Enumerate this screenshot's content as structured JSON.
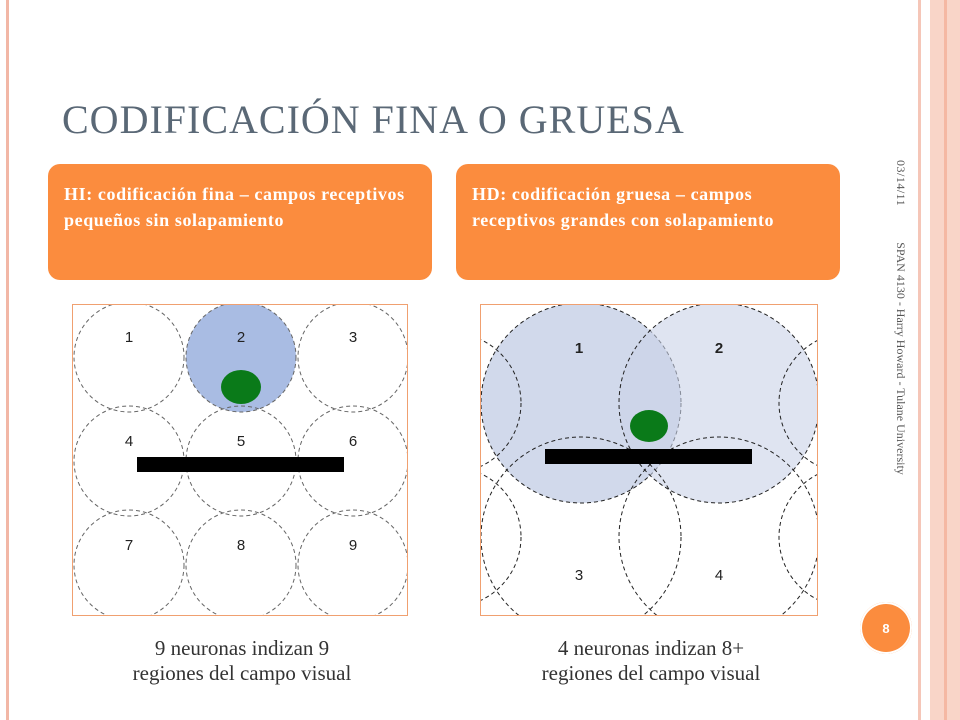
{
  "slide": {
    "title": "CODIFICACIÓN FINA O GRUESA",
    "date": "03/14/11",
    "credit": "SPAN 4130 - Harry Howard - Tulane University",
    "page_number": "8",
    "colors": {
      "accent": "#fb8c3e",
      "title": "#5a6876",
      "highlight": "#a9bce3",
      "overlap_fill": "#c9d2e8",
      "stimulus_dot": "#0a7a19",
      "bar": "#000000"
    }
  },
  "left": {
    "box_text": "HI: codificación fina – campos receptivos pequeños sin solapamiento",
    "labels": [
      "1",
      "2",
      "3",
      "4",
      "5",
      "6",
      "7",
      "8",
      "9"
    ],
    "highlighted_field": "2",
    "caption_line1": "9 neuronas indizan 9",
    "caption_line2": "regiones del campo visual"
  },
  "right": {
    "box_text": "HD: codificación gruesa – campos receptivos grandes con solapamiento",
    "labels": [
      "1",
      "2",
      "3",
      "4"
    ],
    "highlighted_fields": [
      "1",
      "2"
    ],
    "caption_line1": "4 neuronas indizan 8+",
    "caption_line2": "regiones del campo visual"
  }
}
